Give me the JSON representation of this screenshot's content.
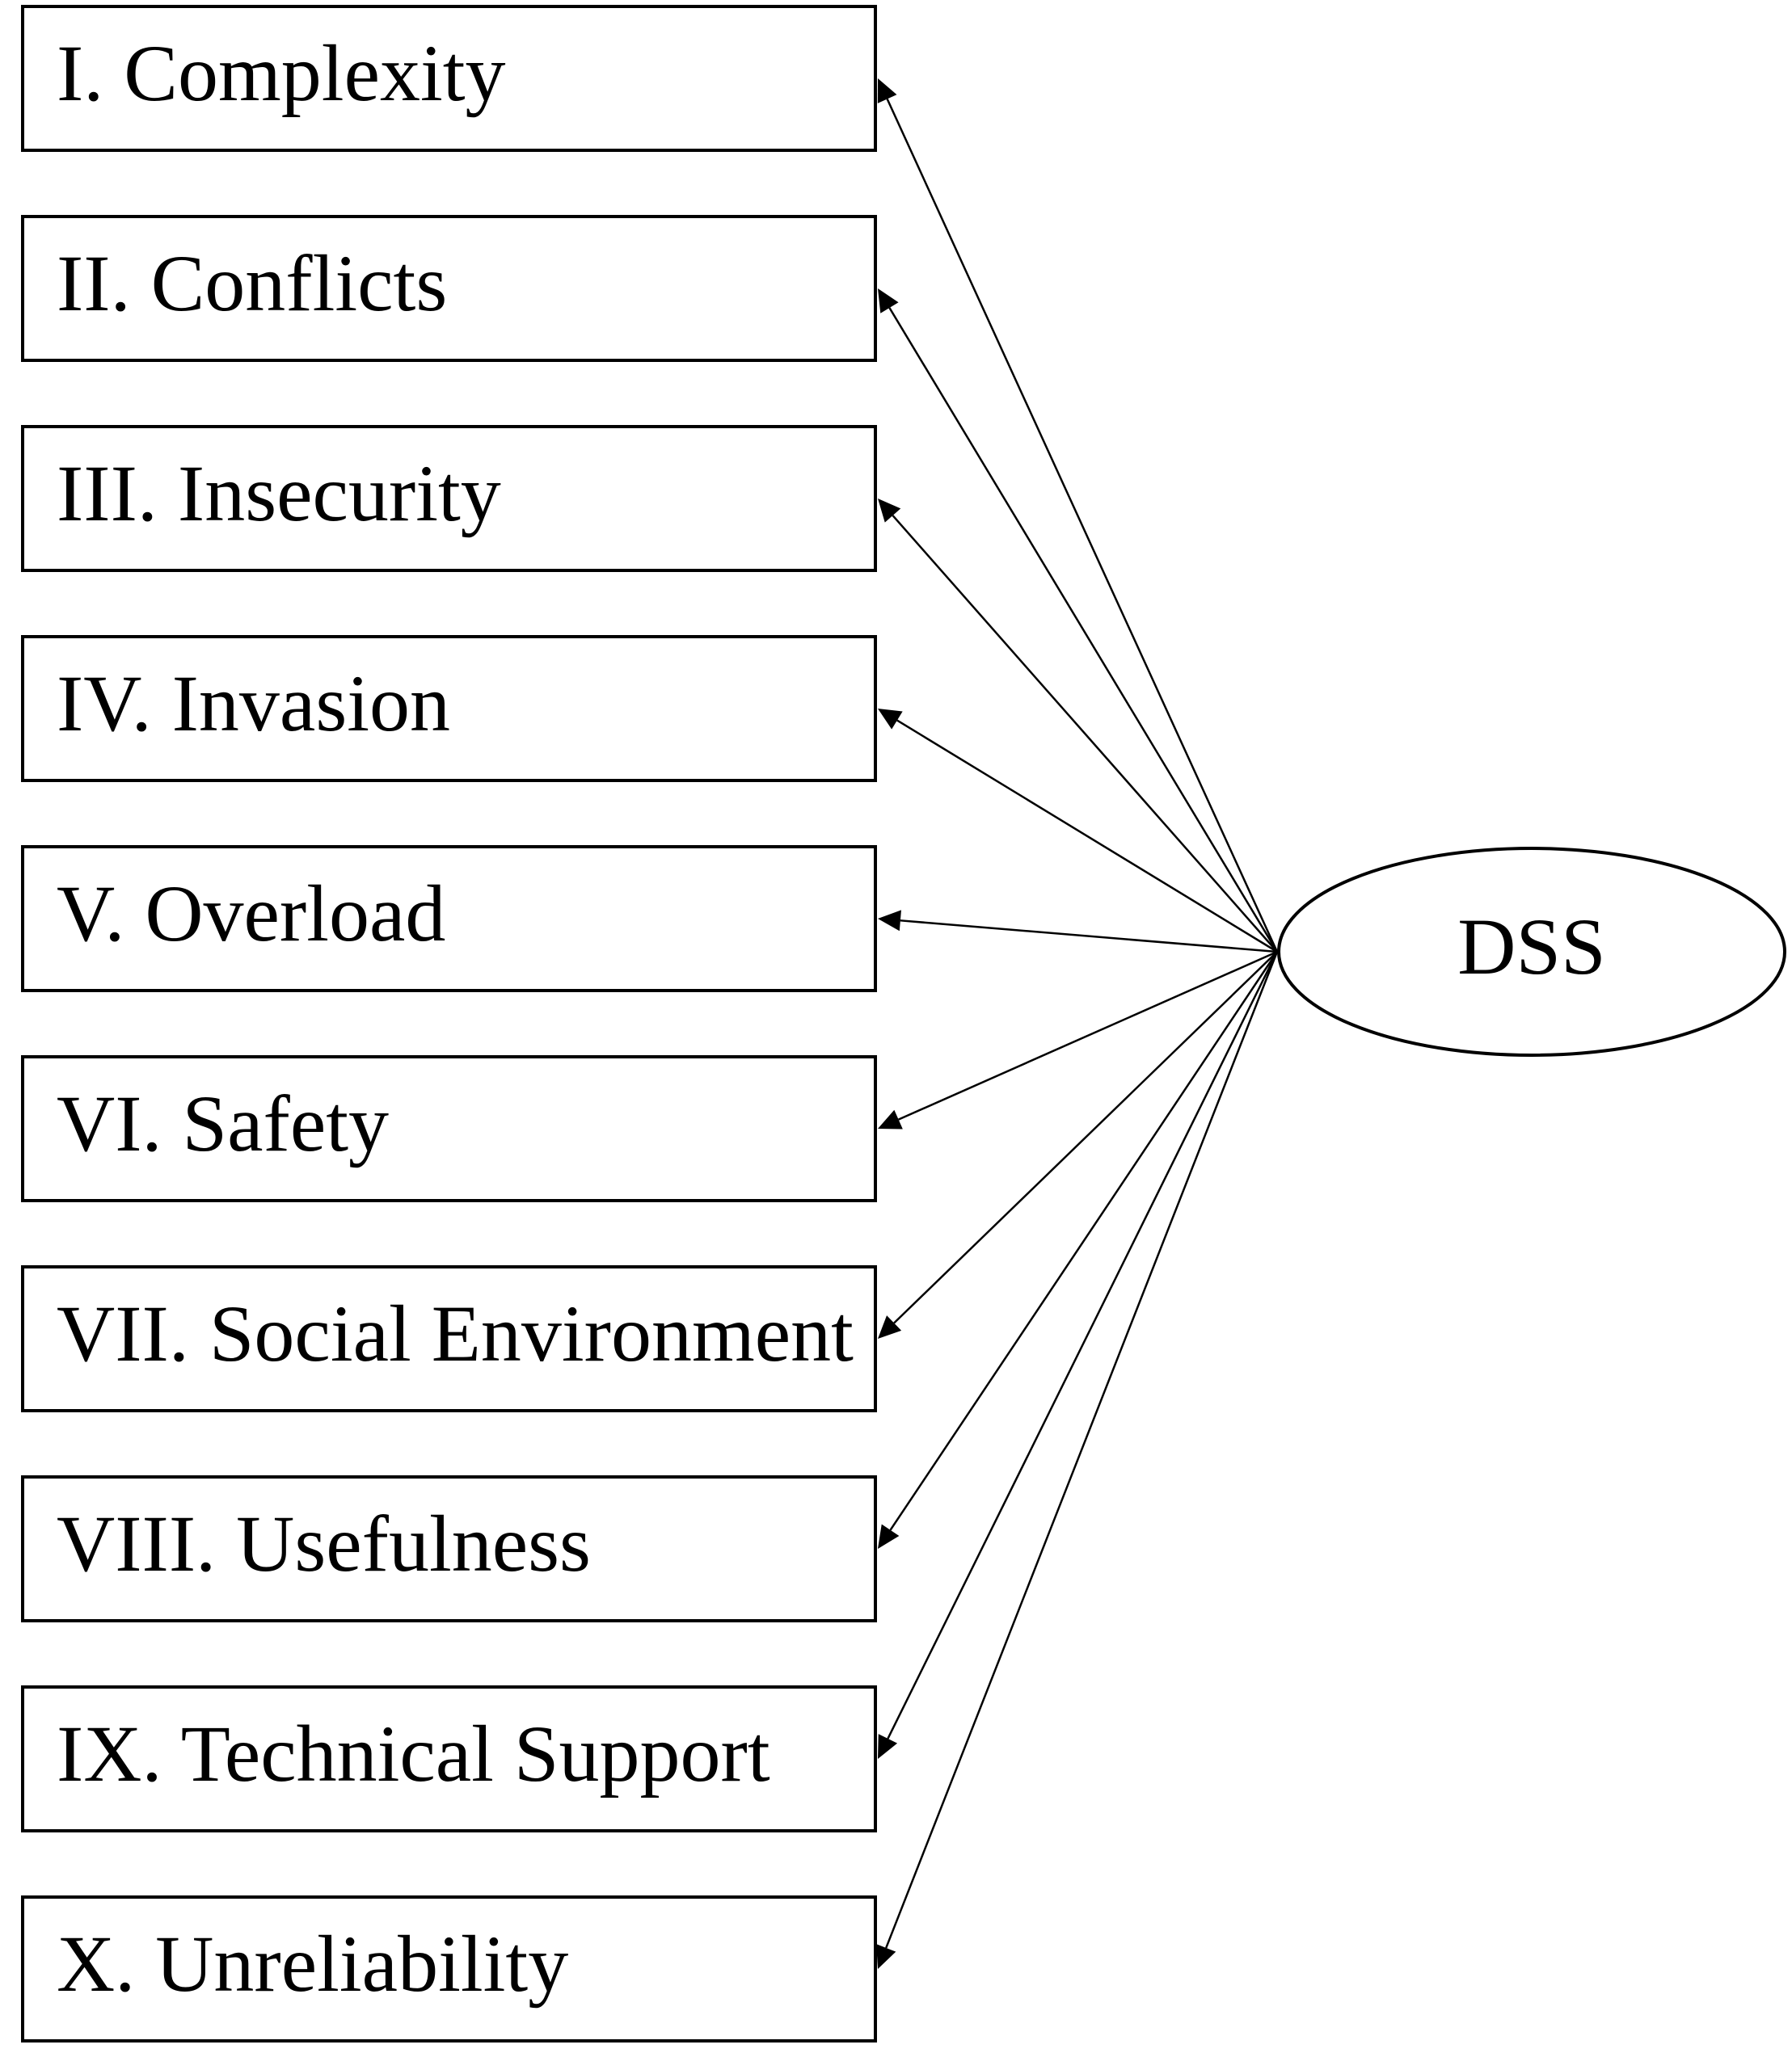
{
  "latent": {
    "label": "DSS"
  },
  "factors": [
    {
      "label": "I. Complexity"
    },
    {
      "label": "II. Conflicts"
    },
    {
      "label": "III. Insecurity"
    },
    {
      "label": "IV. Invasion"
    },
    {
      "label": "V. Overload"
    },
    {
      "label": "VI. Safety"
    },
    {
      "label": "VII. Social Environment"
    },
    {
      "label": "VIII. Usefulness"
    },
    {
      "label": "IX. Technical Support"
    },
    {
      "label": "X. Unreliability"
    }
  ],
  "colors": {
    "stroke": "#000000",
    "background": "#ffffff"
  }
}
